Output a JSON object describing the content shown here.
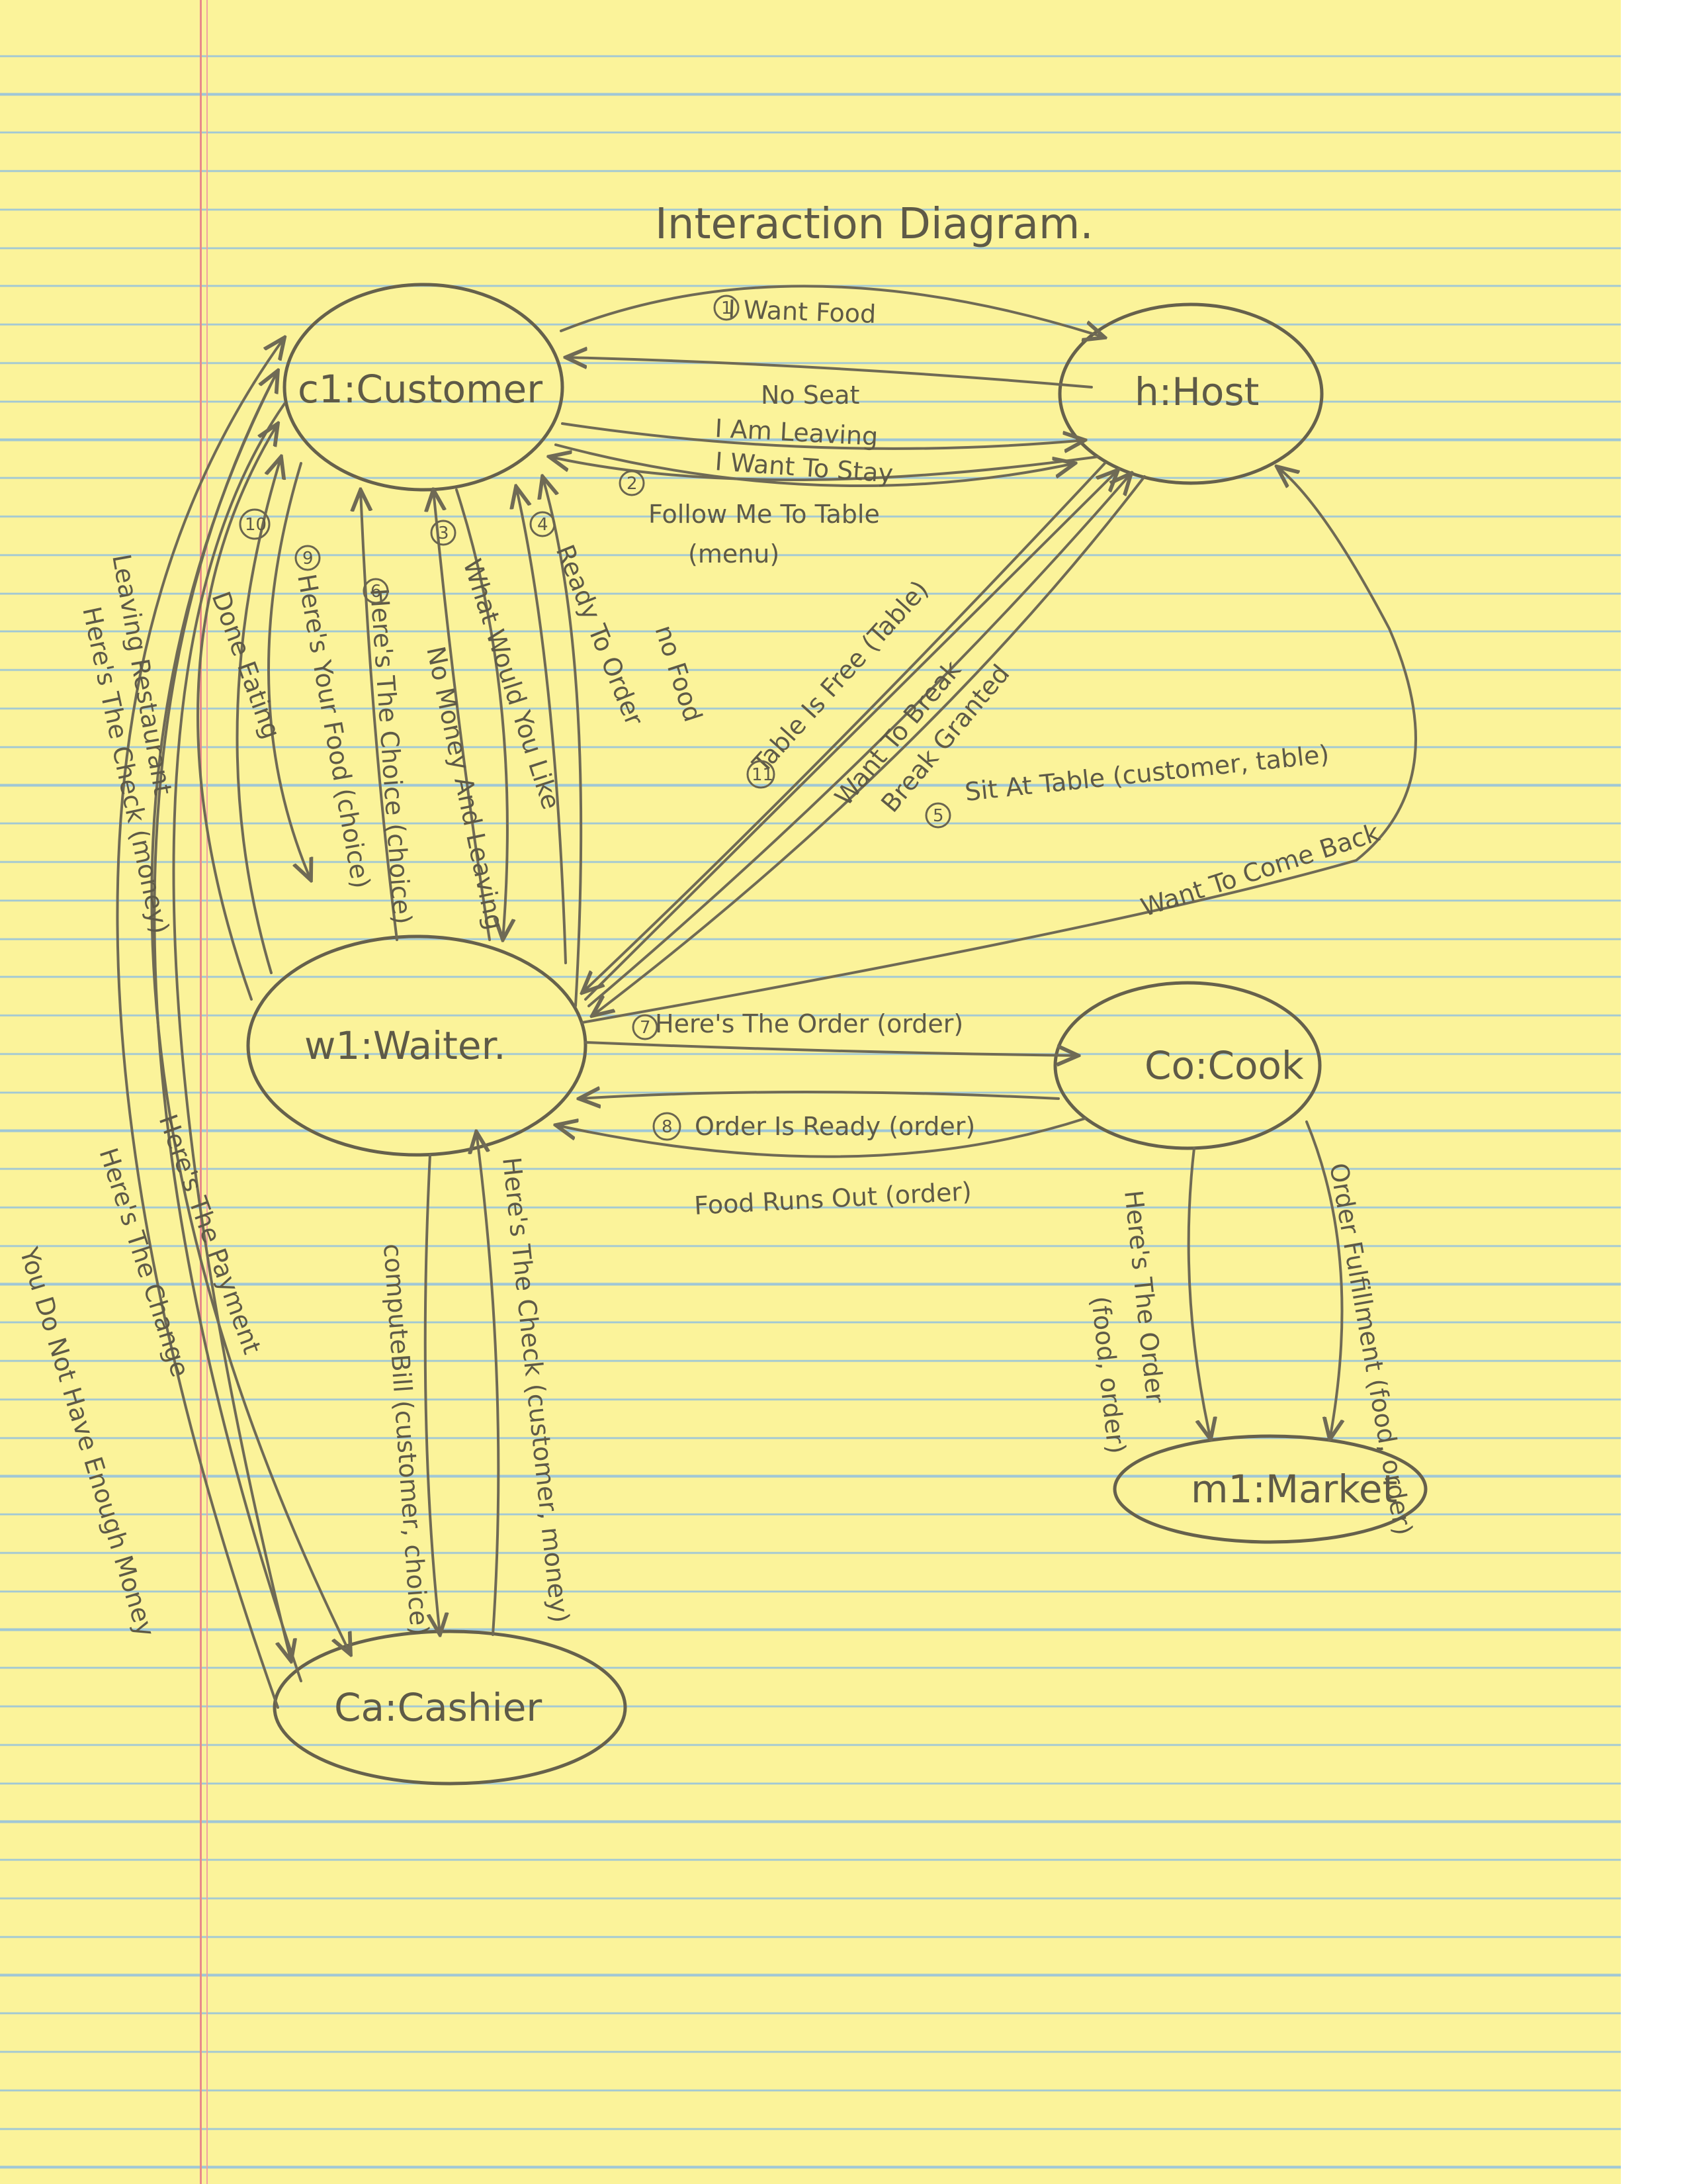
{
  "diagram": {
    "title": "Interaction Diagram.",
    "nodes": {
      "customer": "c1:Customer",
      "host": "h:Host",
      "waiter": "w1:Waiter.",
      "cook": "Co:Cook",
      "market": "m1:Market",
      "cashier": "Ca:Cashier"
    },
    "messages": {
      "i_want_food": "I Want Food",
      "no_seat": "No Seat",
      "i_am_leaving": "I Am Leaving",
      "i_want_to_stay": "I Want To Stay",
      "follow_me": "Follow Me To Table",
      "menu": "(menu)",
      "ready_to_order": "Ready To Order",
      "no_food": "no Food",
      "what_would_you_like": "What Would You Like",
      "no_money": "No Money And Leaving",
      "heres_the_choice": "Here's The Choice (choice)",
      "heres_your_food": "Here's Your Food (choice)",
      "done_eating": "Done Eating",
      "leaving_restaurant": "Leaving Restaurant",
      "heres_the_check": "Here's The Check (money)",
      "table_is_free": "Table Is Free (Table)",
      "want_to_break": "Want To Break",
      "break_granted": "Break Granted",
      "sit_at_table": "Sit At Table (customer, table)",
      "want_to_come_back": "Want To Come Back",
      "heres_the_order": "Here's The Order (order)",
      "order_is_ready": "Order Is Ready (order)",
      "food_runs_out": "Food Runs Out (order)",
      "compute_bill": "computeBill (customer, choice)",
      "heres_the_check_cashier": "Here's The Check (customer, money)",
      "heres_the_order_market": "Here's The Order",
      "food_order": "(food, order)",
      "order_fulfillment": "Order Fulfillment (food, order)",
      "heres_the_payment": "Here's The Payment",
      "heres_the_change": "Here's The Change",
      "not_enough_money": "You Do Not Have Enough Money"
    },
    "step_numbers": {
      "n1": "1",
      "n2": "2",
      "n3": "3",
      "n4": "4",
      "n5": "5",
      "n6": "6",
      "n7": "7",
      "n8": "8",
      "n9": "9",
      "n10": "10",
      "n11": "11"
    }
  }
}
